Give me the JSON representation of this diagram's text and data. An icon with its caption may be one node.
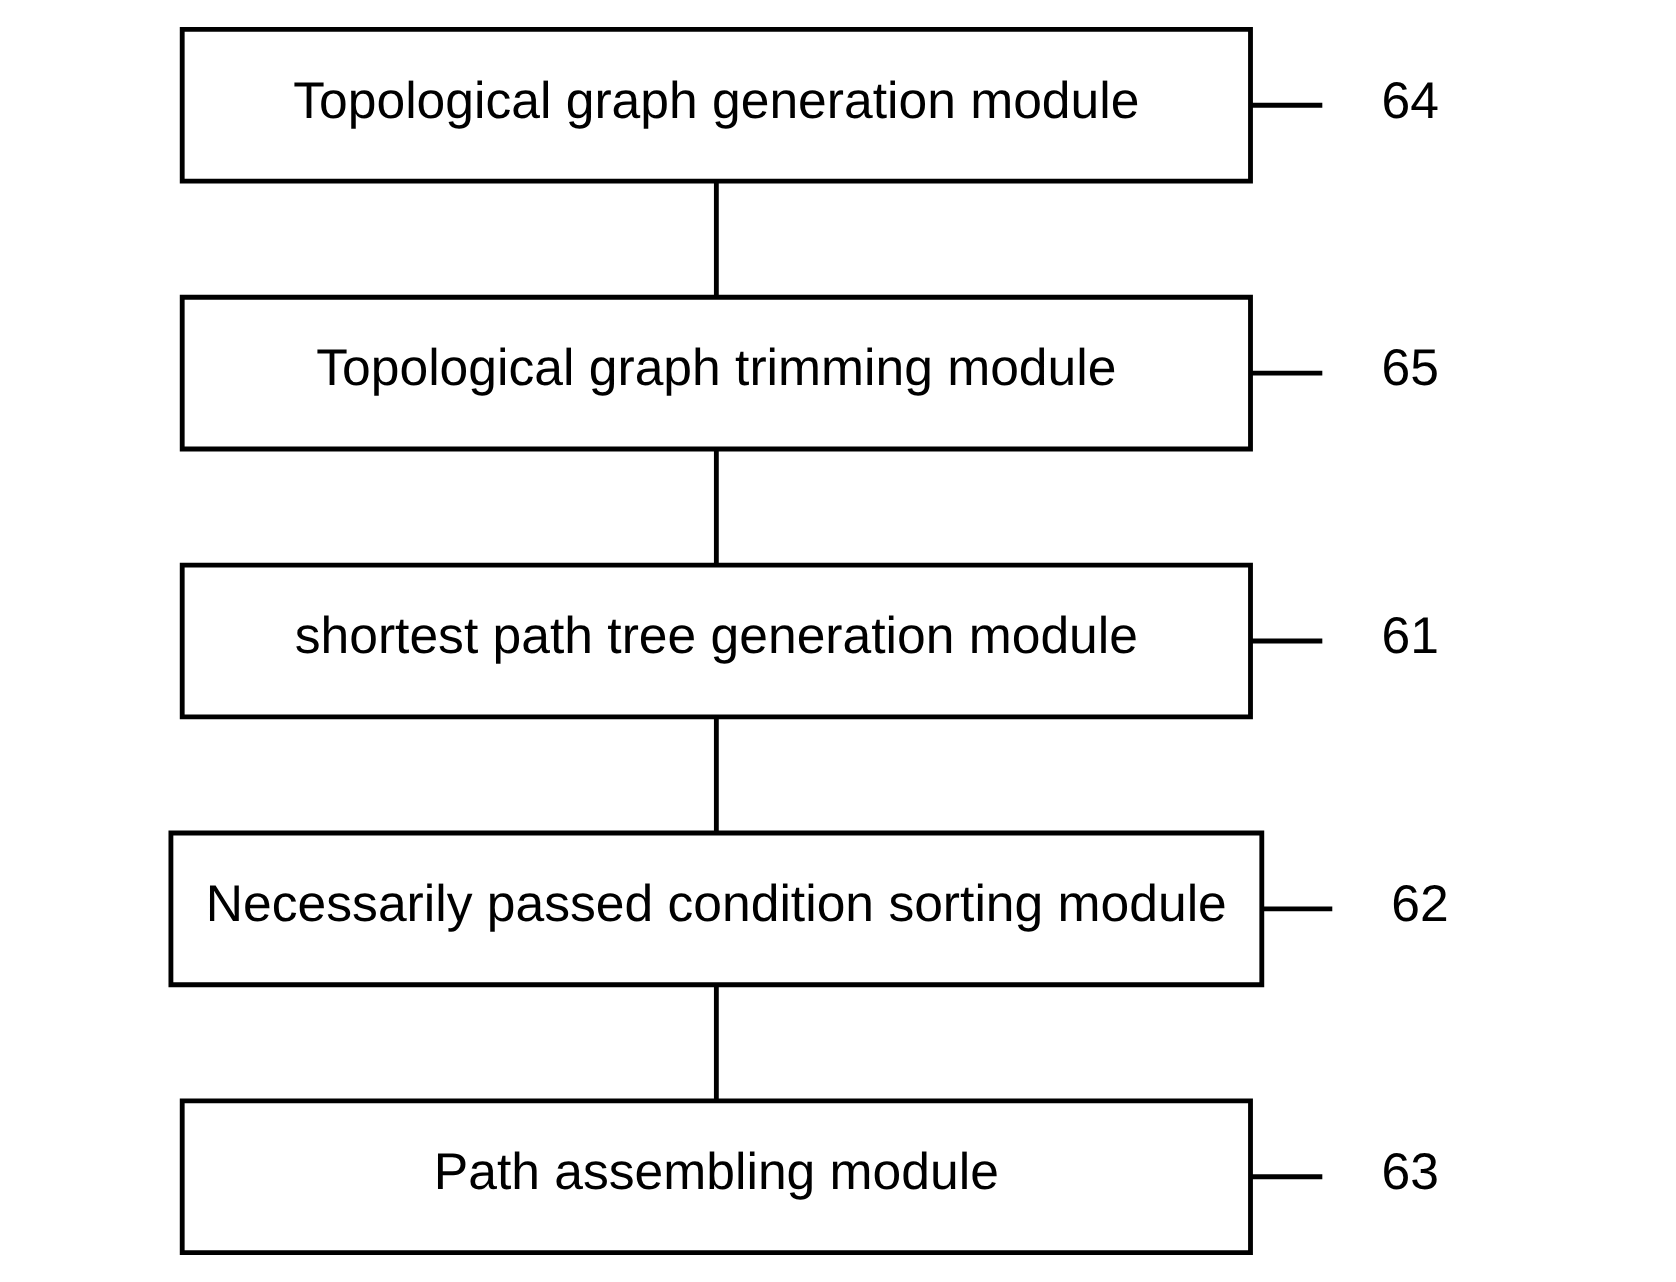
{
  "diagram": {
    "nodes": [
      {
        "text": [
          "Topological graph generation module"
        ]
      },
      {
        "text": [
          "Topological graph trimming module"
        ]
      },
      {
        "text": [
          "shortest path tree generation module"
        ]
      },
      {
        "text": [
          "Necessarily passed condition sorting module"
        ]
      },
      {
        "text": [
          "Path assembling module"
        ]
      },
      {
        "text": [
          "64"
        ]
      },
      {
        "text": [
          "65"
        ]
      },
      {
        "text": [
          "61"
        ]
      },
      {
        "text": [
          "62"
        ]
      },
      {
        "text": [
          "63"
        ]
      }
    ],
    "edges": [
      {
        "from": 0,
        "to": 1,
        "arrow": "none"
      },
      {
        "from": 1,
        "to": 2,
        "arrow": "none"
      },
      {
        "from": 2,
        "to": 3,
        "arrow": "none"
      },
      {
        "from": 3,
        "to": 4,
        "arrow": "none"
      },
      {
        "from": 5,
        "to": 0,
        "arrow": "none"
      },
      {
        "from": 6,
        "to": 1,
        "arrow": "none"
      },
      {
        "from": 7,
        "to": 2,
        "arrow": "none"
      },
      {
        "from": 8,
        "to": 3,
        "arrow": "none"
      },
      {
        "from": 9,
        "to": 4,
        "arrow": "none"
      }
    ]
  }
}
